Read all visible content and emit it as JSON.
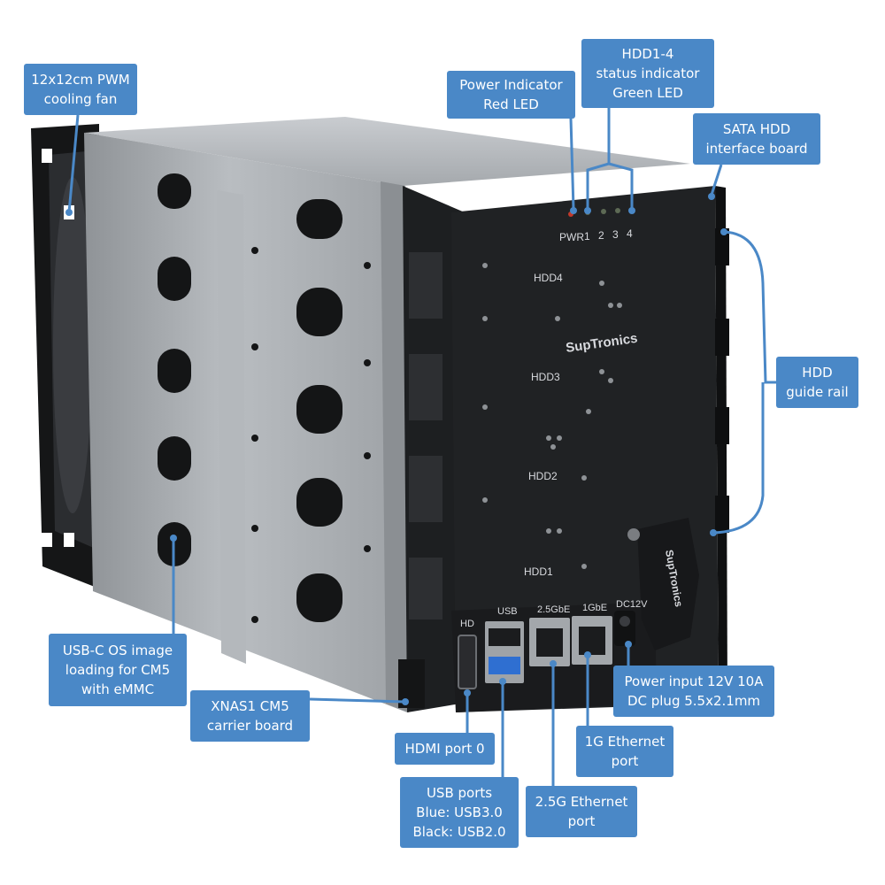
{
  "labels": {
    "fan": "12x12cm PWM\ncooling fan",
    "pwr_led": "Power Indicator\nRed LED",
    "hdd_led": "HDD1-4\nstatus indicator\nGreen LED",
    "sata_board": "SATA HDD\ninterface board",
    "guide_rail": "HDD\nguide rail",
    "usbc": "USB-C OS image\nloading for CM5\nwith eMMC",
    "carrier": "XNAS1 CM5\ncarrier board",
    "hdmi": "HDMI port 0",
    "usb_ports": "USB ports\nBlue: USB3.0\nBlack: USB2.0",
    "eth_25g": "2.5G Ethernet\nport",
    "eth_1g": "1G Ethernet\nport",
    "power_input": "Power input 12V 10A\nDC plug 5.5x2.1mm"
  },
  "board": {
    "brand": "SupTronics",
    "led_labels": [
      "PWR",
      "1",
      "2",
      "3",
      "4"
    ],
    "slots": [
      "HDD4",
      "HDD3",
      "HDD2",
      "HDD1"
    ],
    "port_labels": [
      "HD",
      "USB",
      "2.5GbE",
      "1GbE",
      "DC12V"
    ]
  },
  "colors": {
    "callout_bg": "#4a88c7",
    "leader_line": "#4a88c7",
    "cage_metal": "#a9adb1",
    "pcb": "#202224",
    "fan_frame": "#151617",
    "led_red": "#c0392b",
    "usb3_blue": "#2f6fd1"
  }
}
